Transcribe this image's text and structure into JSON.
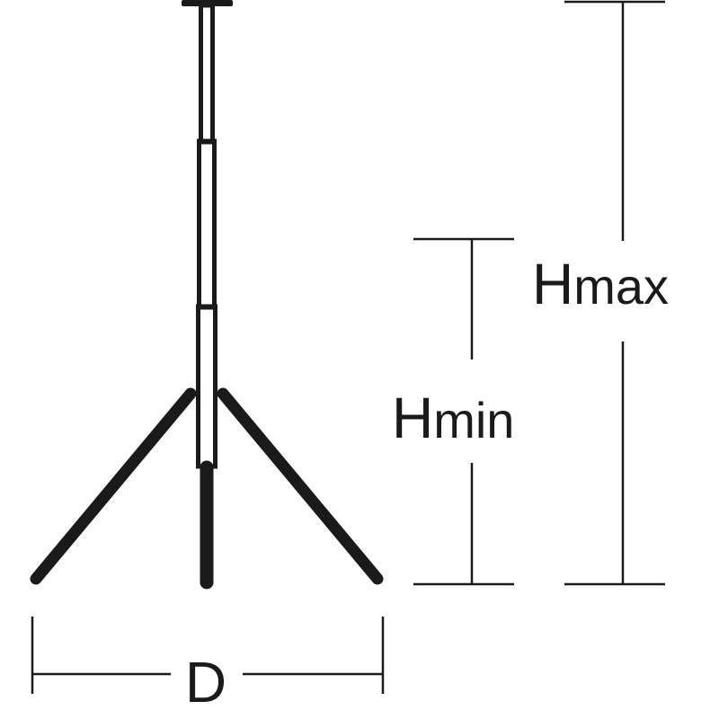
{
  "labels": {
    "diameter": "D",
    "h_min_main": "H",
    "h_min_sub": "min",
    "h_max_main": "H",
    "h_max_sub": "max"
  },
  "colors": {
    "ink": "#1a1a1a",
    "background": "#ffffff"
  }
}
